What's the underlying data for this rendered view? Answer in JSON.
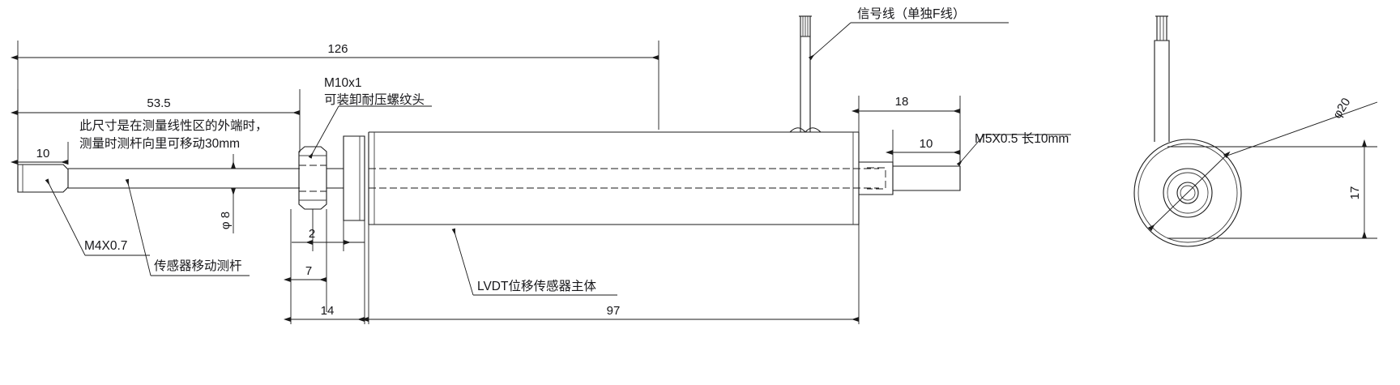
{
  "drawing": {
    "title": "LVDT displacement sensor outline dimension drawing",
    "units": "mm",
    "line_color": "#1a1a1a",
    "text_color": "#17171a",
    "background": "#ffffff"
  },
  "dimensions": {
    "overall_length": "126",
    "probe_extension": "53.5",
    "tip_thread_length": "10",
    "probe_diameter": "φ 8",
    "shoulder_2": "2",
    "shoulder_7": "7",
    "front_section_14": "14",
    "body_length_97": "97",
    "rear_stud_18": "18",
    "rear_thread_10": "10",
    "outer_diameter": "φ20",
    "flat_height": "17"
  },
  "labels": {
    "signal_cable": "信号线（单独F线）",
    "thread_head_spec": "M10x1",
    "thread_head_note": "可装卸耐压螺纹头",
    "travel_note_line1": "此尺寸是在测量线性区的外端时，",
    "travel_note_line2": "测量时测杆向里可移动30mm",
    "tip_thread": "M4X0.7",
    "probe_rod": "传感器移动测杆",
    "body": "LVDT位移传感器主体",
    "rear_thread": "M5X0.5 长10mm"
  }
}
